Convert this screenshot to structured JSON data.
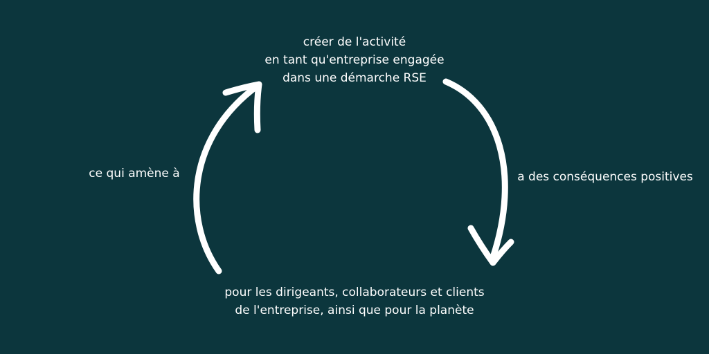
{
  "diagram": {
    "top_node": {
      "lines": [
        "créer de l'activité",
        "en tant qu'entreprise engagée",
        "dans une démarche RSE"
      ]
    },
    "bottom_node": {
      "lines": [
        "pour les dirigeants, collaborateurs et clients",
        "de l'entreprise, ainsi que pour la planète"
      ]
    },
    "left_label": "ce qui amène à",
    "right_label": "a des conséquences positives"
  },
  "colors": {
    "background": "#0c363d",
    "foreground": "#ffffff"
  }
}
